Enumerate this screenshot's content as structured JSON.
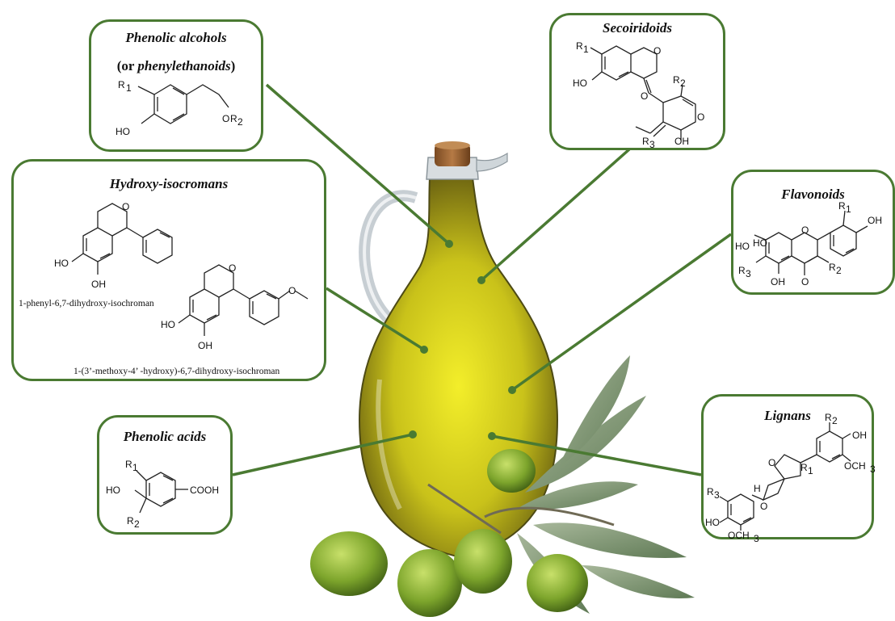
{
  "colors": {
    "connector": "#4a7a32",
    "box_border": "#4a7a32",
    "oil": "#c9c21a",
    "olive": "#7da52c"
  },
  "boxes": {
    "phenolic_alcohols": {
      "title": "Phenolic alcohols",
      "subtitle_prefix": "(or ",
      "subtitle_italic": "phenylethanoids",
      "subtitle_suffix": ")"
    },
    "secoiridoids": {
      "title": "Secoiridoids"
    },
    "hydroxy_isocromans": {
      "title": "Hydroxy-isocromans",
      "caption_1": "1-phenyl-6,7-dihydroxy-isochroman",
      "caption_2": "1-(3’-methoxy-4’ -hydroxy)-6,7-dihydroxy-isochroman"
    },
    "flavonoids": {
      "title": "Flavonoids"
    },
    "phenolic_acids": {
      "title": "Phenolic acids"
    },
    "lignans": {
      "title": "Lignans"
    }
  },
  "atom_labels": {
    "r1": "R",
    "r1_sub": "1",
    "r2": "R",
    "r2_sub": "2",
    "r3": "R",
    "r3_sub": "3",
    "ho": "HO",
    "oh": "OH",
    "o": "O",
    "cooh": "COOH",
    "och3": "OCH",
    "och3_sub": "3",
    "h": "H"
  }
}
